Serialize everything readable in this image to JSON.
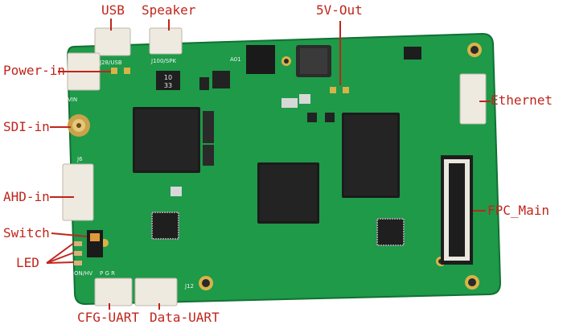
{
  "labels": {
    "usb": "USB",
    "speaker": "Speaker",
    "five_v_out": "5V-Out",
    "power_in": "Power-in",
    "sdi_in": "SDI-in",
    "ahd_in": "AHD-in",
    "switch": "Switch",
    "led": "LED",
    "cfg_uart": "CFG-UART",
    "data_uart": "Data-UART",
    "ethernet": "Ethernet",
    "fpc_main": "FPC_Main"
  },
  "silkscreen": {
    "j28": "J28/USB",
    "j100": "J100/SPK",
    "vin": "VIN",
    "j6": "J6",
    "j12": "J12",
    "on_hv": "ON/HV",
    "pgr": "P G R",
    "aux": "A01",
    "inductor": "10\n33"
  },
  "colors": {
    "board": "#1f9a4a",
    "board_dark": "#157a37",
    "label": "#c0251b",
    "chip": "#1b1b1b",
    "connector": "#efeae0"
  }
}
